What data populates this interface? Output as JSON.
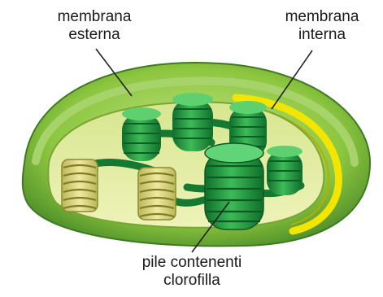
{
  "labels": {
    "outer_membrane": [
      "membrana",
      "esterna"
    ],
    "inner_membrane": [
      "membrana",
      "interna"
    ],
    "grana": [
      "pile contenenti",
      "clorofilla"
    ]
  },
  "colors": {
    "outer_membrane": "#8cc63f",
    "inner_membrane": "#f2e600",
    "stroma": "#e2ec9c",
    "granum": "#1f9a3e",
    "granum_light": "#4cc25e",
    "granum_dark": "#0f6e2b",
    "granum_cut": "#e8e38a",
    "leader_line": "#222222"
  }
}
